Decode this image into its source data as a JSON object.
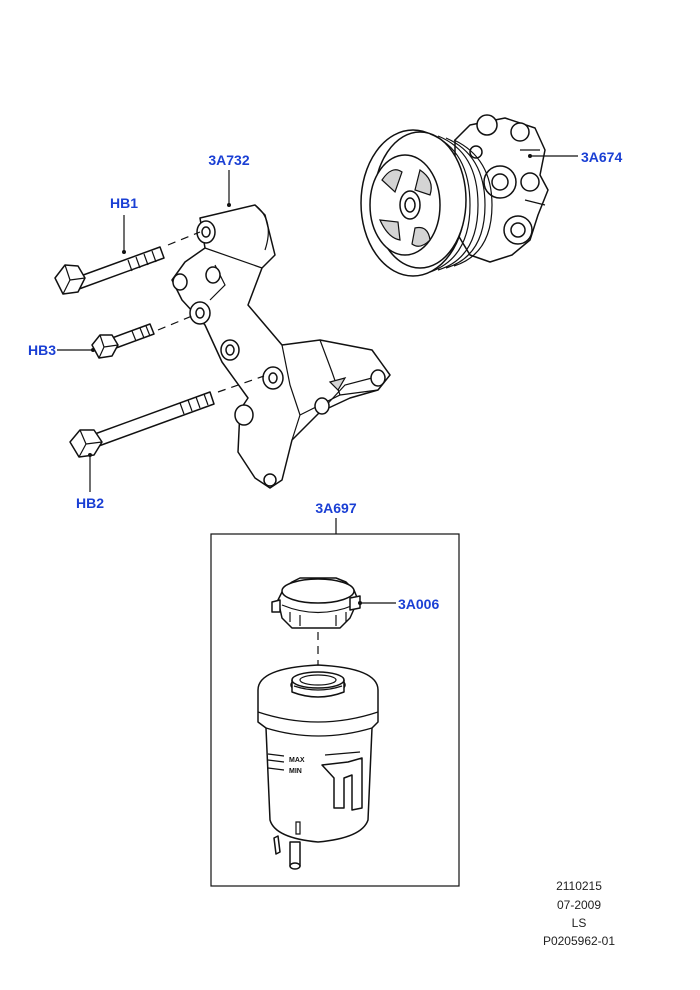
{
  "labels": {
    "bracket": "3A732",
    "pump": "3A674",
    "bolt_hb1": "HB1",
    "bolt_hb3": "HB3",
    "bolt_hb2": "HB2",
    "reservoir_kit": "3A697",
    "cap": "3A006",
    "max_mark": "MAX",
    "min_mark": "MIN"
  },
  "meta": {
    "line1": "2110215",
    "line2": "07-2009",
    "line3": "LS",
    "line4": "P0205962-01"
  },
  "colors": {
    "label": "#1a3fd4",
    "line": "#111111"
  }
}
